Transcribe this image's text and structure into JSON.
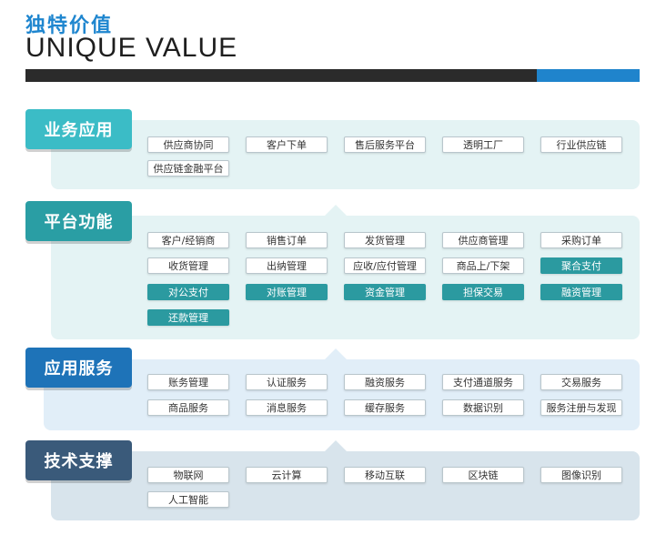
{
  "header": {
    "title_cn": "独特价值",
    "title_en": "UNIQUE VALUE"
  },
  "colors": {
    "accent_blue": "#1f84cc",
    "teal_label": "#3bbcc6",
    "teal_dark_label": "#2a9ea4",
    "blue_label": "#1e73b8",
    "slate_label": "#3a5a7a",
    "filled_item": "#2b9aa0"
  },
  "sections": [
    {
      "label": "业务应用",
      "items": [
        {
          "text": "供应商协同",
          "filled": false
        },
        {
          "text": "客户下单",
          "filled": false
        },
        {
          "text": "售后服务平台",
          "filled": false
        },
        {
          "text": "透明工厂",
          "filled": false
        },
        {
          "text": "行业供应链",
          "filled": false
        },
        {
          "text": "供应链金融平台",
          "filled": false
        }
      ]
    },
    {
      "label": "平台功能",
      "items": [
        {
          "text": "客户/经销商",
          "filled": false
        },
        {
          "text": "销售订单",
          "filled": false
        },
        {
          "text": "发货管理",
          "filled": false
        },
        {
          "text": "供应商管理",
          "filled": false
        },
        {
          "text": "采购订单",
          "filled": false
        },
        {
          "text": "收货管理",
          "filled": false
        },
        {
          "text": "出纳管理",
          "filled": false
        },
        {
          "text": "应收/应付管理",
          "filled": false
        },
        {
          "text": "商品上/下架",
          "filled": false
        },
        {
          "text": "聚合支付",
          "filled": true
        },
        {
          "text": "对公支付",
          "filled": true
        },
        {
          "text": "对账管理",
          "filled": true
        },
        {
          "text": "资金管理",
          "filled": true
        },
        {
          "text": "担保交易",
          "filled": true
        },
        {
          "text": "融资管理",
          "filled": true
        },
        {
          "text": "还款管理",
          "filled": true
        }
      ]
    },
    {
      "label": "应用服务",
      "items": [
        {
          "text": "账务管理",
          "filled": false
        },
        {
          "text": "认证服务",
          "filled": false
        },
        {
          "text": "融资服务",
          "filled": false
        },
        {
          "text": "支付通道服务",
          "filled": false
        },
        {
          "text": "交易服务",
          "filled": false
        },
        {
          "text": "商品服务",
          "filled": false
        },
        {
          "text": "消息服务",
          "filled": false
        },
        {
          "text": "缓存服务",
          "filled": false
        },
        {
          "text": "数据识别",
          "filled": false
        },
        {
          "text": "服务注册与发现",
          "filled": false
        }
      ]
    },
    {
      "label": "技术支撑",
      "items": [
        {
          "text": "物联网",
          "filled": false
        },
        {
          "text": "云计算",
          "filled": false
        },
        {
          "text": "移动互联",
          "filled": false
        },
        {
          "text": "区块链",
          "filled": false
        },
        {
          "text": "图像识别",
          "filled": false
        },
        {
          "text": "人工智能",
          "filled": false
        }
      ]
    }
  ]
}
